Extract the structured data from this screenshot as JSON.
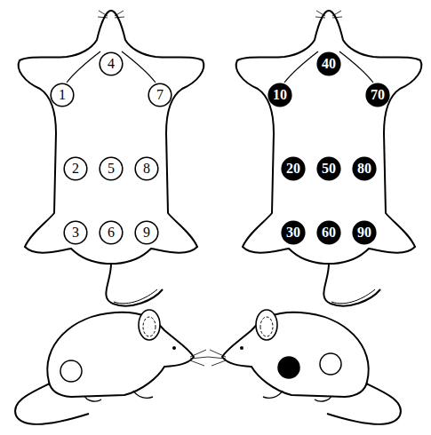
{
  "diagram": {
    "nodes": [
      {
        "text": [
          "4"
        ]
      },
      {
        "text": [
          "1"
        ]
      },
      {
        "text": [
          "7"
        ]
      },
      {
        "text": [
          "2"
        ]
      },
      {
        "text": [
          "5"
        ]
      },
      {
        "text": [
          "8"
        ]
      },
      {
        "text": [
          "3"
        ]
      },
      {
        "text": [
          "6"
        ]
      },
      {
        "text": [
          "9"
        ]
      },
      {
        "text": [
          "40"
        ]
      },
      {
        "text": [
          "10"
        ]
      },
      {
        "text": [
          "70"
        ]
      },
      {
        "text": [
          "20"
        ]
      },
      {
        "text": [
          "50"
        ]
      },
      {
        "text": [
          "80"
        ]
      },
      {
        "text": [
          "30"
        ]
      },
      {
        "text": [
          "60"
        ]
      },
      {
        "text": [
          "90"
        ]
      }
    ]
  }
}
